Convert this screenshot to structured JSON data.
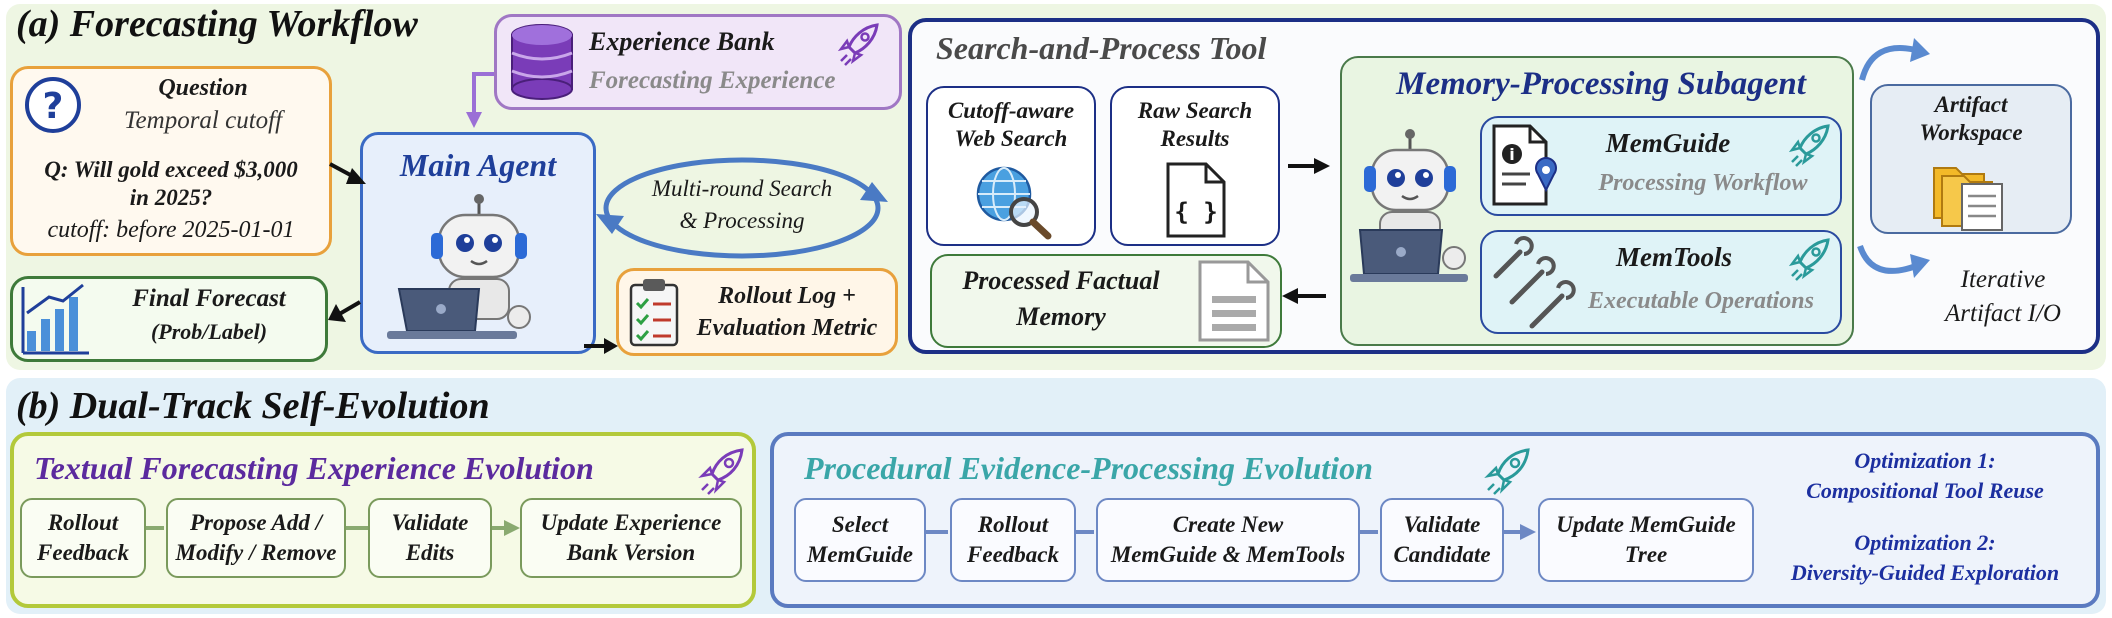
{
  "panel_a": {
    "title": "(a) Forecasting Workflow",
    "question": {
      "heading": "Question",
      "subheading": "Temporal cutoff",
      "q_line1": "Q: Will gold exceed $3,000",
      "q_line2": "in 2025?",
      "cutoff": "cutoff: before 2025-01-01"
    },
    "experience_bank": {
      "title": "Experience Bank",
      "subtitle": "Forecasting Experience"
    },
    "main_agent": {
      "title": "Main Agent"
    },
    "multi_round": {
      "line1": "Multi-round Search",
      "line2": "& Processing"
    },
    "final_forecast": {
      "line1": "Final Forecast",
      "line2": "(Prob/Label)"
    },
    "rollout_log": {
      "line1": "Rollout Log +",
      "line2": "Evaluation Metric"
    },
    "tool": {
      "title": "Search-and-Process Tool",
      "web_search": {
        "line1": "Cutoff-aware",
        "line2": "Web Search"
      },
      "raw_results": {
        "line1": "Raw Search",
        "line2": "Results",
        "glyph": "{ }"
      },
      "processed_memory": {
        "line1": "Processed Factual",
        "line2": "Memory"
      },
      "subagent": {
        "title": "Memory-Processing Subagent",
        "memguide": {
          "title": "MemGuide",
          "subtitle": "Processing Workflow"
        },
        "memtools": {
          "title": "MemTools",
          "subtitle": "Executable Operations"
        }
      },
      "artifact": {
        "line1": "Artifact",
        "line2": "Workspace"
      },
      "iterative": {
        "line1": "Iterative",
        "line2": "Artifact I/O"
      }
    }
  },
  "panel_b": {
    "title": "(b) Dual-Track Self-Evolution",
    "textual": {
      "title": "Textual Forecasting Experience Evolution",
      "steps": [
        {
          "line1": "Rollout",
          "line2": "Feedback"
        },
        {
          "line1": "Propose Add /",
          "line2": "Modify / Remove"
        },
        {
          "line1": "Validate",
          "line2": "Edits"
        },
        {
          "line1": "Update Experience",
          "line2": "Bank Version"
        }
      ]
    },
    "procedural": {
      "title": "Procedural Evidence-Processing Evolution",
      "steps": [
        {
          "line1": "Select",
          "line2": "MemGuide"
        },
        {
          "line1": "Rollout",
          "line2": "Feedback"
        },
        {
          "line1": "Create New",
          "line2": "MemGuide & MemTools"
        },
        {
          "line1": "Validate",
          "line2": "Candidate"
        },
        {
          "line1": "Update MemGuide",
          "line2": "Tree"
        }
      ],
      "opt1": {
        "line1": "Optimization 1:",
        "line2": "Compositional Tool Reuse"
      },
      "opt2": {
        "line1": "Optimization 2:",
        "line2": "Diversity-Guided Exploration"
      }
    }
  },
  "colors": {
    "panel_a_bg": "#eef6e3",
    "panel_b_bg": "#e2f0f8",
    "navy": "#1c2f86",
    "purple": "#5b2a9e",
    "teal": "#3aa6a8",
    "orange_border": "#e8a13c"
  },
  "icons": [
    "question-icon",
    "database-icon",
    "rocket-icon",
    "robot-icon",
    "chart-icon",
    "clipboard-icon",
    "globe-search-icon",
    "json-file-icon",
    "document-icon",
    "memguide-doc-icon",
    "wrench-icon",
    "folder-icon",
    "cycle-arrow-icon"
  ]
}
